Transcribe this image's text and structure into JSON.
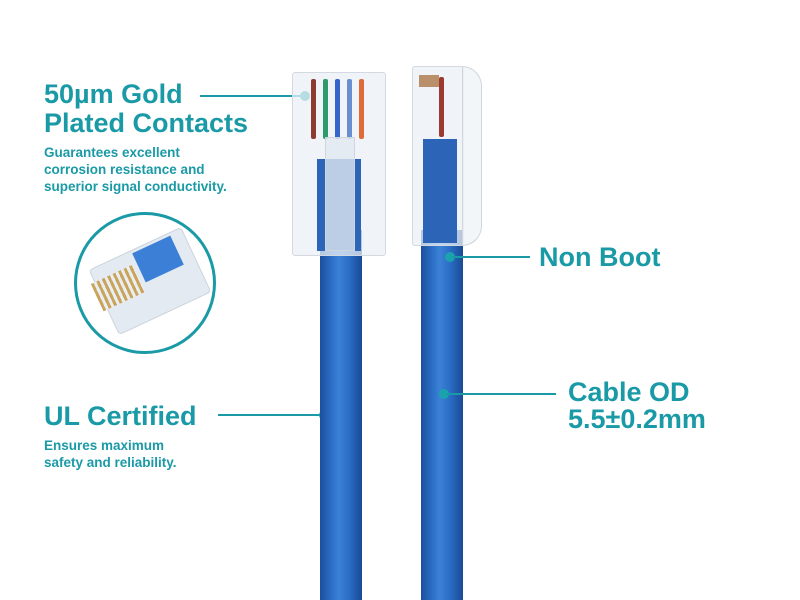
{
  "features": {
    "contacts": {
      "title_line1": "50µm Gold",
      "title_line2": "Plated Contacts",
      "desc_line1": "Guarantees excellent",
      "desc_line2": "corrosion resistance and",
      "desc_line3": "superior signal conductivity."
    },
    "ul": {
      "title": "UL Certified",
      "desc_line1": "Ensures maximum",
      "desc_line2": "safety and reliability."
    },
    "boot": {
      "title": "Non Boot"
    },
    "od": {
      "title_line1": "Cable OD",
      "title_line2": "5.5±0.2mm"
    }
  },
  "colors": {
    "accent": "#1a9aa6",
    "cable": "#2a6cc4",
    "background": "#ffffff"
  }
}
